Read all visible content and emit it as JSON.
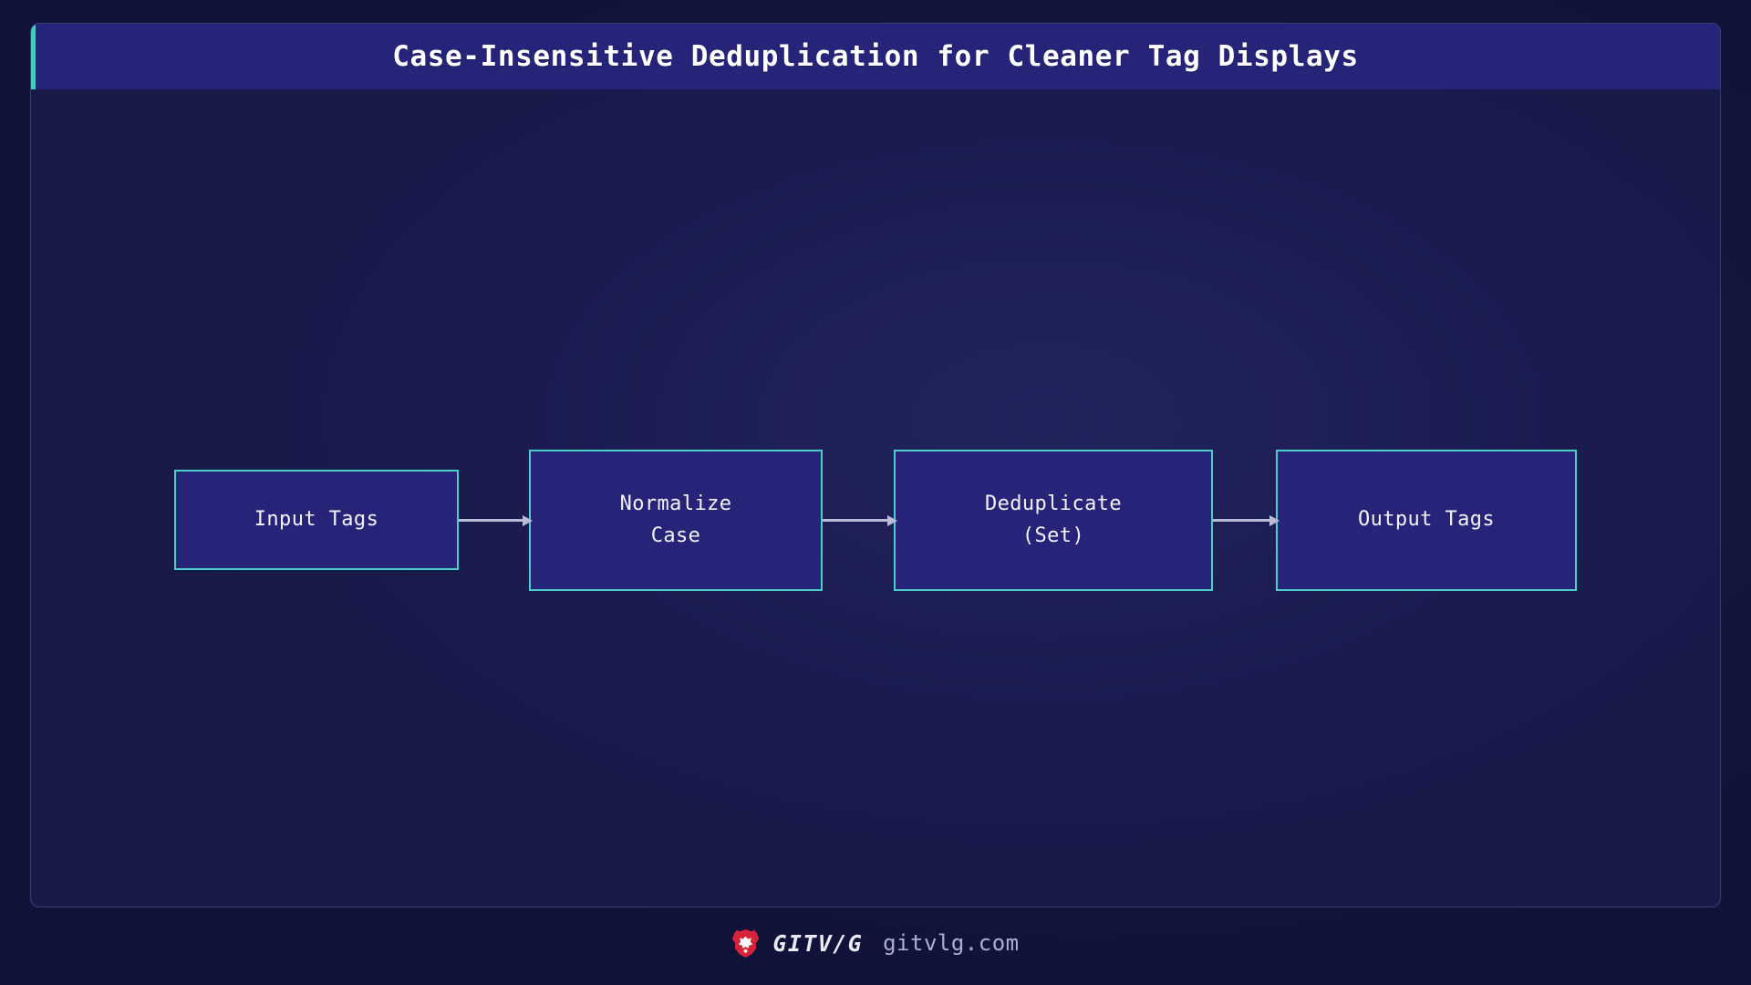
{
  "slide": {
    "title": "Case-Insensitive Deduplication for Cleaner Tag Displays",
    "accent_color": "#49c9c2",
    "title_bar_color": "#262479",
    "card_background": "#181a4e",
    "page_background": "#10123a"
  },
  "diagram": {
    "type": "flowchart",
    "orientation": "left-to-right",
    "node_border_color": "#4ccfc8",
    "node_fill_color": "#262479",
    "connector_color": "#b9bcd8",
    "nodes": [
      {
        "id": "input",
        "label": "Input Tags"
      },
      {
        "id": "normalize",
        "label": "Normalize\nCase"
      },
      {
        "id": "dedup",
        "label": "Deduplicate\n(Set)"
      },
      {
        "id": "output",
        "label": "Output Tags"
      }
    ],
    "edges": [
      {
        "from": "input",
        "to": "normalize",
        "label": ""
      },
      {
        "from": "normalize",
        "to": "dedup",
        "label": ""
      },
      {
        "from": "dedup",
        "to": "output",
        "label": ""
      }
    ]
  },
  "footer": {
    "logo_icon": "brave-lion-icon",
    "logo_color": "#d7233a",
    "brand": "GITV/G",
    "url": "gitvlg.com"
  }
}
